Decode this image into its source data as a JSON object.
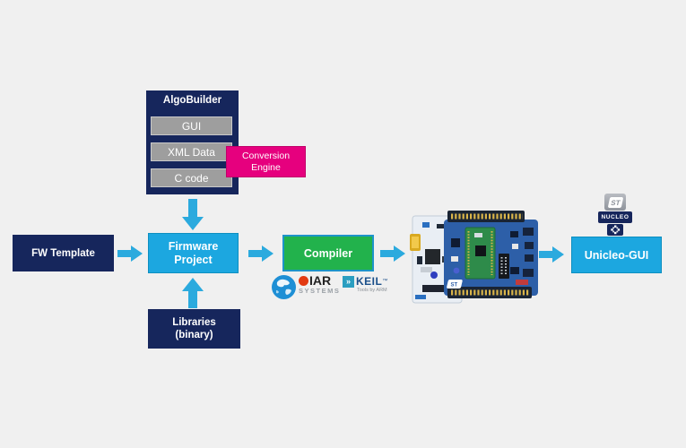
{
  "colors": {
    "background": "#f0f0f0",
    "navy": "#16265c",
    "cyan": "#1ca7e0",
    "green": "#22b24c",
    "magenta": "#e6007e",
    "gray_item": "#9e9e9e",
    "arrow": "#2baade"
  },
  "algobuilder": {
    "title": "AlgoBuilder",
    "items": [
      "GUI",
      "XML Data",
      "C code"
    ]
  },
  "conversion_engine": {
    "line1": "Conversion",
    "line2": "Engine"
  },
  "fw_template": {
    "label": "FW Template"
  },
  "firmware_project": {
    "line1": "Firmware",
    "line2": "Project"
  },
  "libraries": {
    "line1": "Libraries",
    "line2": "(binary)"
  },
  "compiler": {
    "label": "Compiler"
  },
  "logos": {
    "iar_name": "IAR",
    "iar_sub": "SYSTEMS",
    "keil_name": "KEIL",
    "keil_tm": "™",
    "keil_chevrons": "»",
    "keil_sub": "Tools by ARM"
  },
  "nucleo_icon": {
    "st_mark": "ST",
    "label": "NUCLEO"
  },
  "unicleo": {
    "label": "Unicleo-GUI"
  }
}
